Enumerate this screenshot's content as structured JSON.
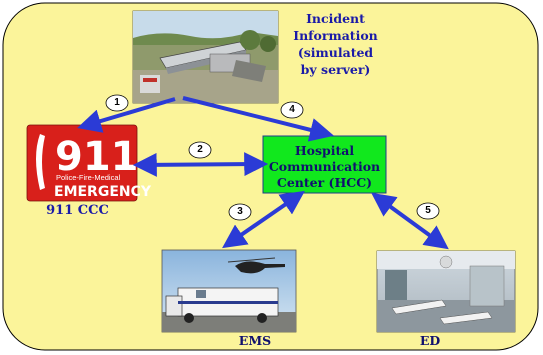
{
  "diagram": {
    "incident_label": "Incident\nInformation\n(simulated\nby server)",
    "hcc_label": "Hospital\nCommunication\nCenter (HCC)",
    "ccc_label": "911 CCC",
    "ems_label": "EMS",
    "ed_label": "ED",
    "emergency_card": {
      "number": "911",
      "subtitle": "Police-Fire-Medical",
      "word": "EMERGENCY"
    },
    "steps": [
      "1",
      "2",
      "3",
      "4",
      "5"
    ],
    "colors": {
      "background_panel": "#fbf49a",
      "panel_border": "#000000",
      "arrow": "#2b3bd6",
      "hcc_box": "#11e81d",
      "label_text": "#1a1aa8",
      "emergency_red": "#d8201b"
    }
  }
}
